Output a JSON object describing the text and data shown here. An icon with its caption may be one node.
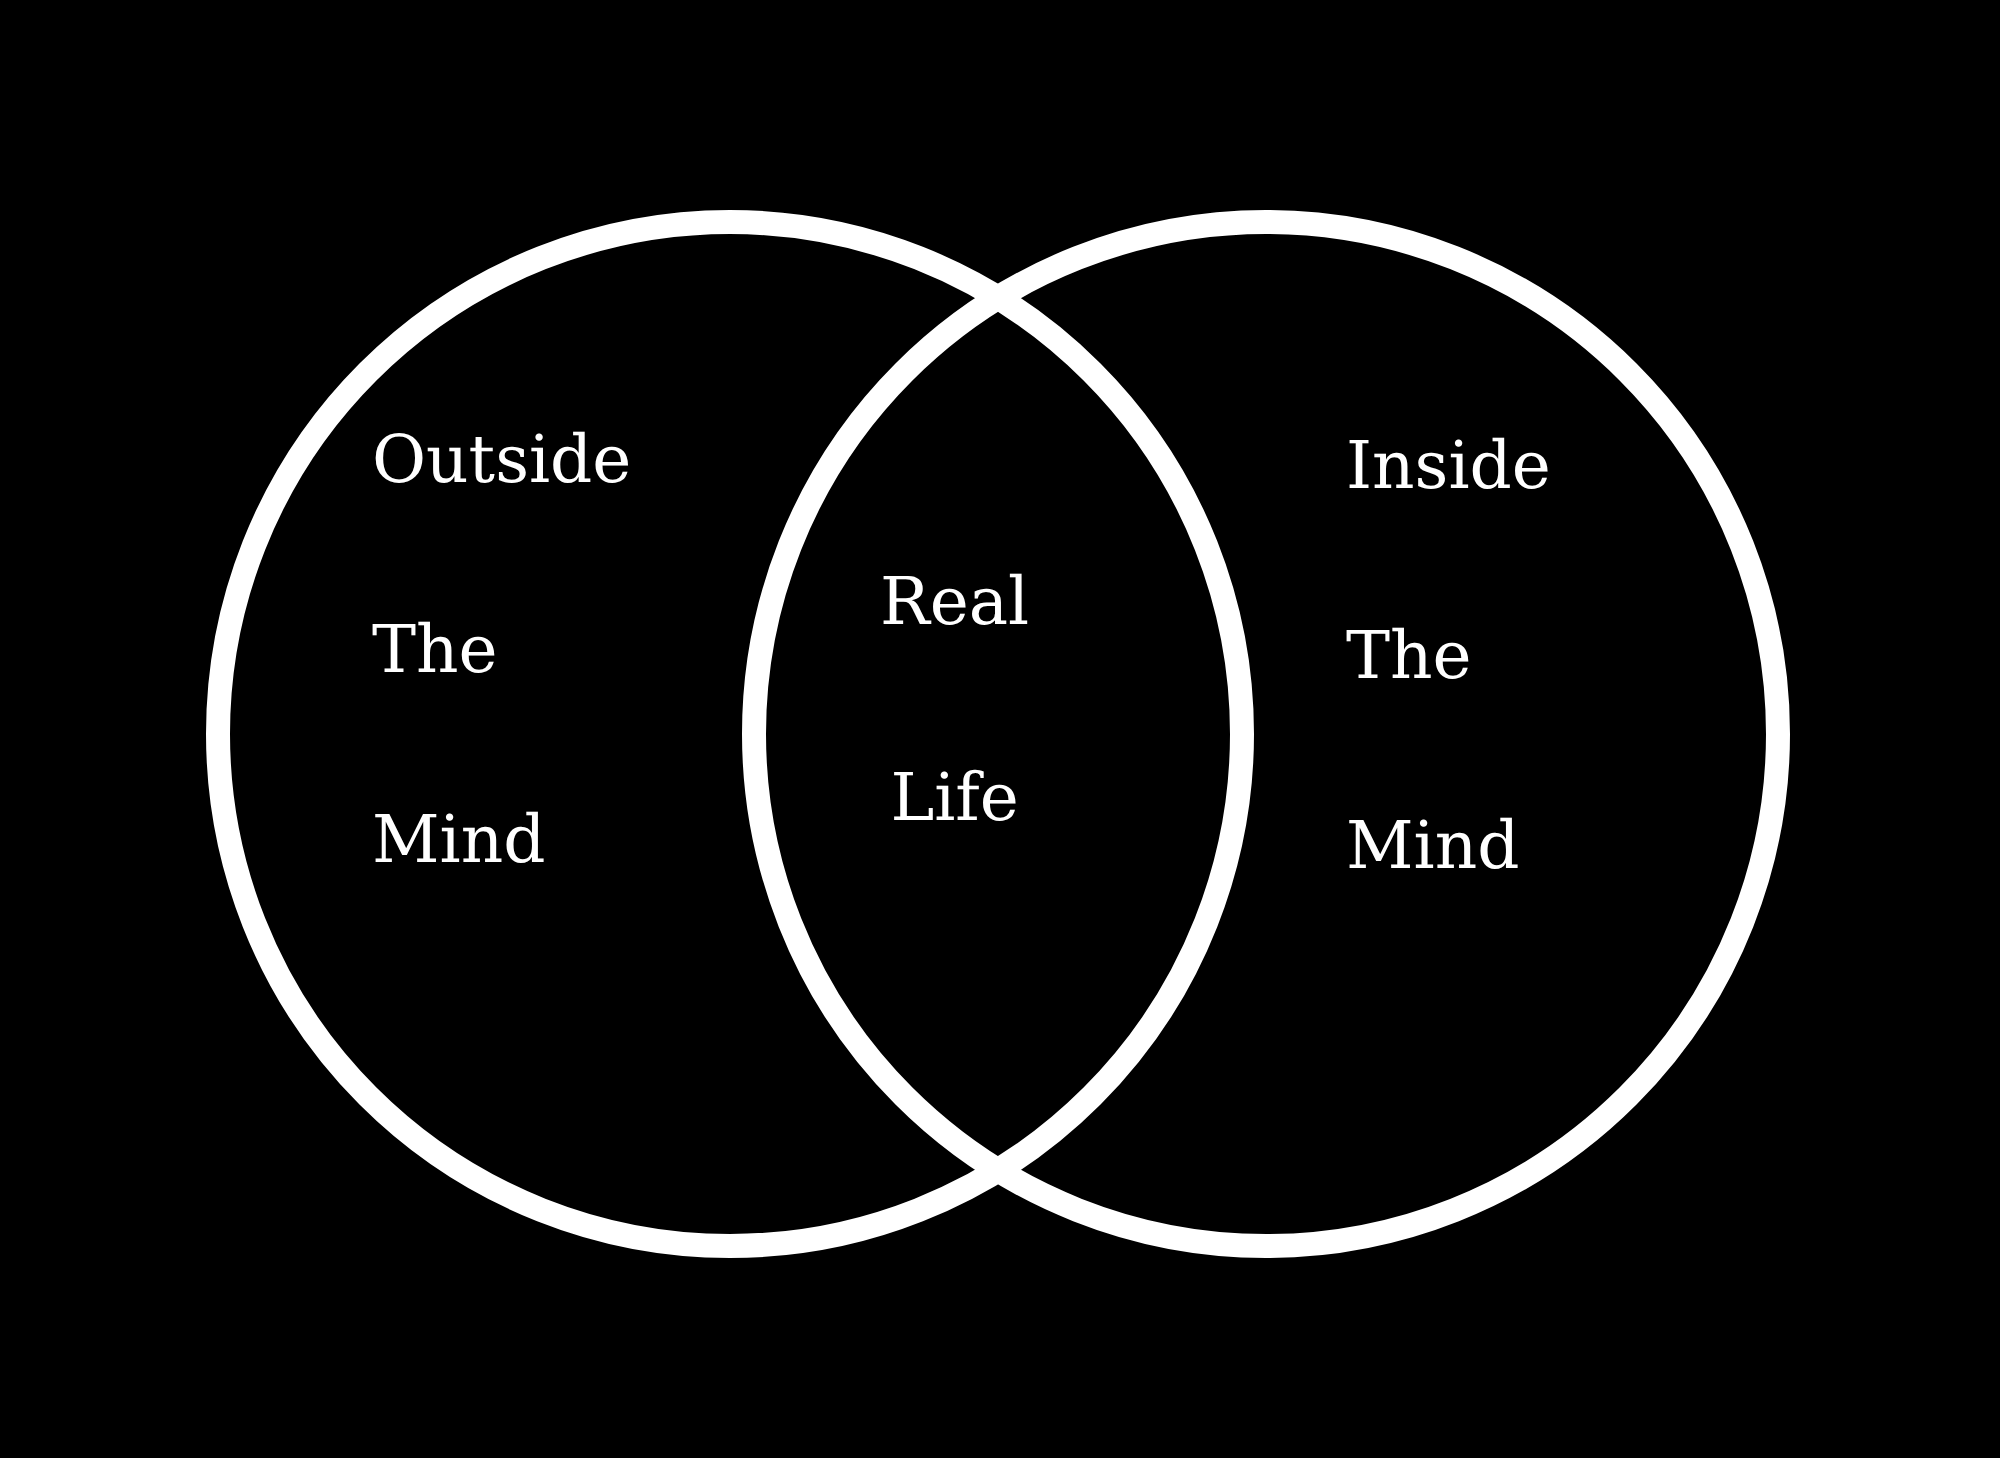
{
  "diagram": {
    "nodes": [
      {
        "text": [
          "Outside The Mind"
        ]
      },
      {
        "text": [
          "Inside The Mind"
        ]
      }
    ],
    "labels": [
      "Real Life"
    ]
  }
}
